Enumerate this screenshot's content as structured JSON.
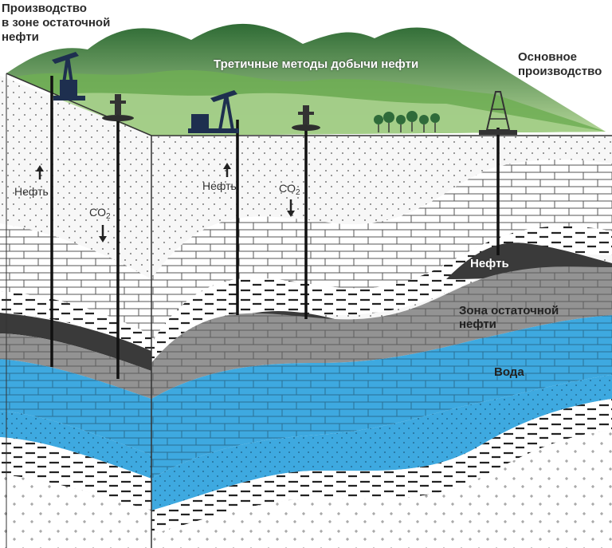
{
  "labels": {
    "zone_production": [
      "Производство",
      "в зоне остаточной",
      "нефти"
    ],
    "tertiary_methods": "Третичные методы добычи нефти",
    "main_production": [
      "Основное",
      "производство"
    ],
    "oil_left": "Нефть",
    "co2_left_main": "CO",
    "co2_left_sub": "2",
    "oil_center": "Нефть",
    "co2_center_main": "CO",
    "co2_center_sub": "2",
    "oil_layer": "Нефть",
    "residual_zone": [
      "Зона остаточной",
      "нефти"
    ],
    "water": "Вода"
  },
  "colors": {
    "sky": "#ffffff",
    "hill_dark": "#3f7d3f",
    "hill_mid": "#6aa84f",
    "hill_light": "#a8d08d",
    "sand": "#f4f4f4",
    "limestone": "#ffffff",
    "oil": "#3a3a3a",
    "residual": "#8c8c8c",
    "water": "#3ea9e0",
    "shale": "#ffffff",
    "outline": "#333333"
  },
  "icons": [
    "pumpjack-icon",
    "wellhead-icon",
    "drilling-rig-icon",
    "tree-icon"
  ]
}
